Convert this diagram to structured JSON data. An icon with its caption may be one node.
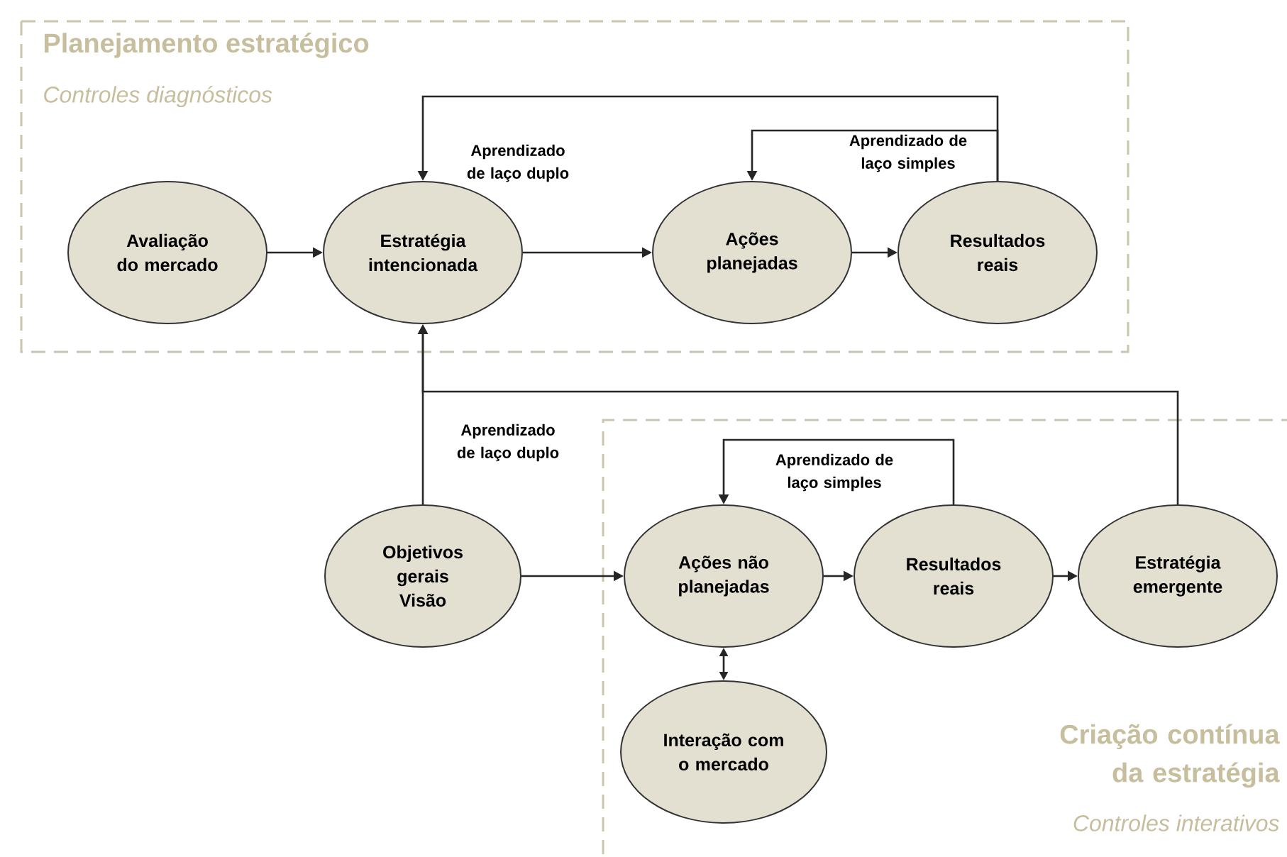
{
  "diagram": {
    "nodes": [
      {
        "text": [
          "Planejamento estratégico",
          "Controles diagnósticos"
        ]
      },
      {
        "text": [
          "Avaliação do mercado"
        ],
        "in": 0
      },
      {
        "text": [
          "Estratégia intencionada"
        ],
        "in": 0
      },
      {
        "text": [
          "Ações planejadas"
        ],
        "in": 0
      },
      {
        "text": [
          "Resultados reais"
        ],
        "in": 0
      },
      {
        "text": [
          "Objetivos gerais Visão"
        ]
      },
      {
        "text": [
          "Criação contínua da estratégia",
          "Controles interativos"
        ]
      },
      {
        "text": [
          "Ações não planejadas"
        ],
        "in": 6
      },
      {
        "text": [
          "Resultados reais"
        ],
        "in": 6
      },
      {
        "text": [
          "Estratégia emergente"
        ],
        "in": 6
      },
      {
        "text": [
          "Interação com o mercado"
        ],
        "in": 6
      }
    ],
    "edges": [
      {
        "from": 1,
        "to": 2,
        "arrow": "to"
      },
      {
        "from": 2,
        "to": 3,
        "arrow": "to"
      },
      {
        "from": 3,
        "to": 4,
        "arrow": "to"
      },
      {
        "from": 4,
        "to": 2,
        "arrow": "to",
        "label": "Aprendizado de laço duplo"
      },
      {
        "from": 4,
        "to": 3,
        "arrow": "to",
        "label": "Aprendizado de laço simples"
      },
      {
        "from": 5,
        "to": 2,
        "arrow": "to"
      },
      {
        "from": 9,
        "to": 2,
        "arrow": "to",
        "label": "Aprendizado de laço duplo"
      },
      {
        "from": 5,
        "to": 7,
        "arrow": "to"
      },
      {
        "from": 7,
        "to": 8,
        "arrow": "to"
      },
      {
        "from": 8,
        "to": 9,
        "arrow": "to"
      },
      {
        "from": 8,
        "to": 7,
        "arrow": "to",
        "label": "Aprendizado de laço simples"
      },
      {
        "from": 7,
        "to": 10,
        "arrow": "both"
      }
    ]
  }
}
